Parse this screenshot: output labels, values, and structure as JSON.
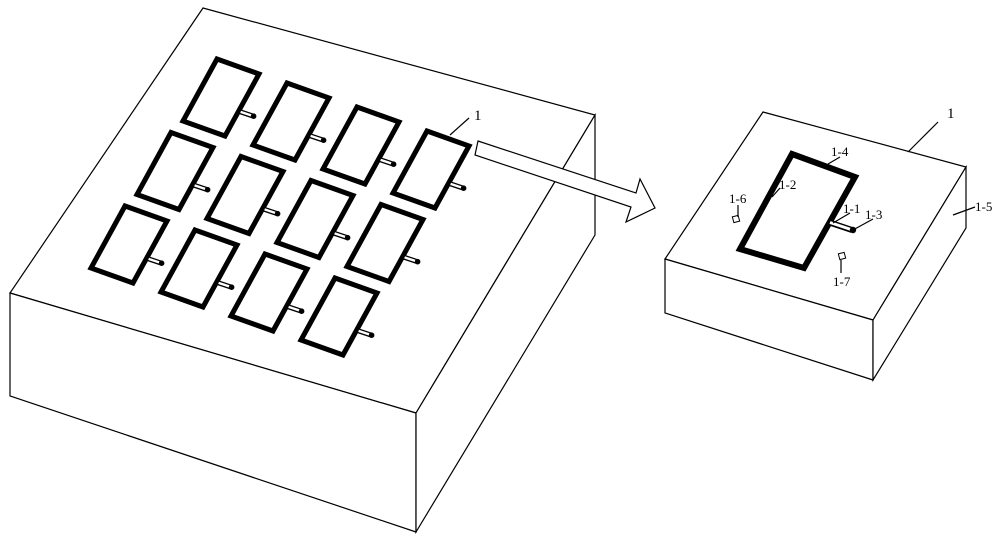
{
  "figure": {
    "array_label": "1",
    "detail_labels": {
      "unit": "1",
      "connector": "1-1",
      "inner_edge": "1-2",
      "terminal": "1-3",
      "coil": "1-4",
      "substrate": "1-5",
      "marker_left": "1-6",
      "marker_right": "1-7"
    },
    "array": {
      "rows": 3,
      "columns": 4
    },
    "colors": {
      "line": "#000000",
      "background": "#ffffff"
    }
  }
}
